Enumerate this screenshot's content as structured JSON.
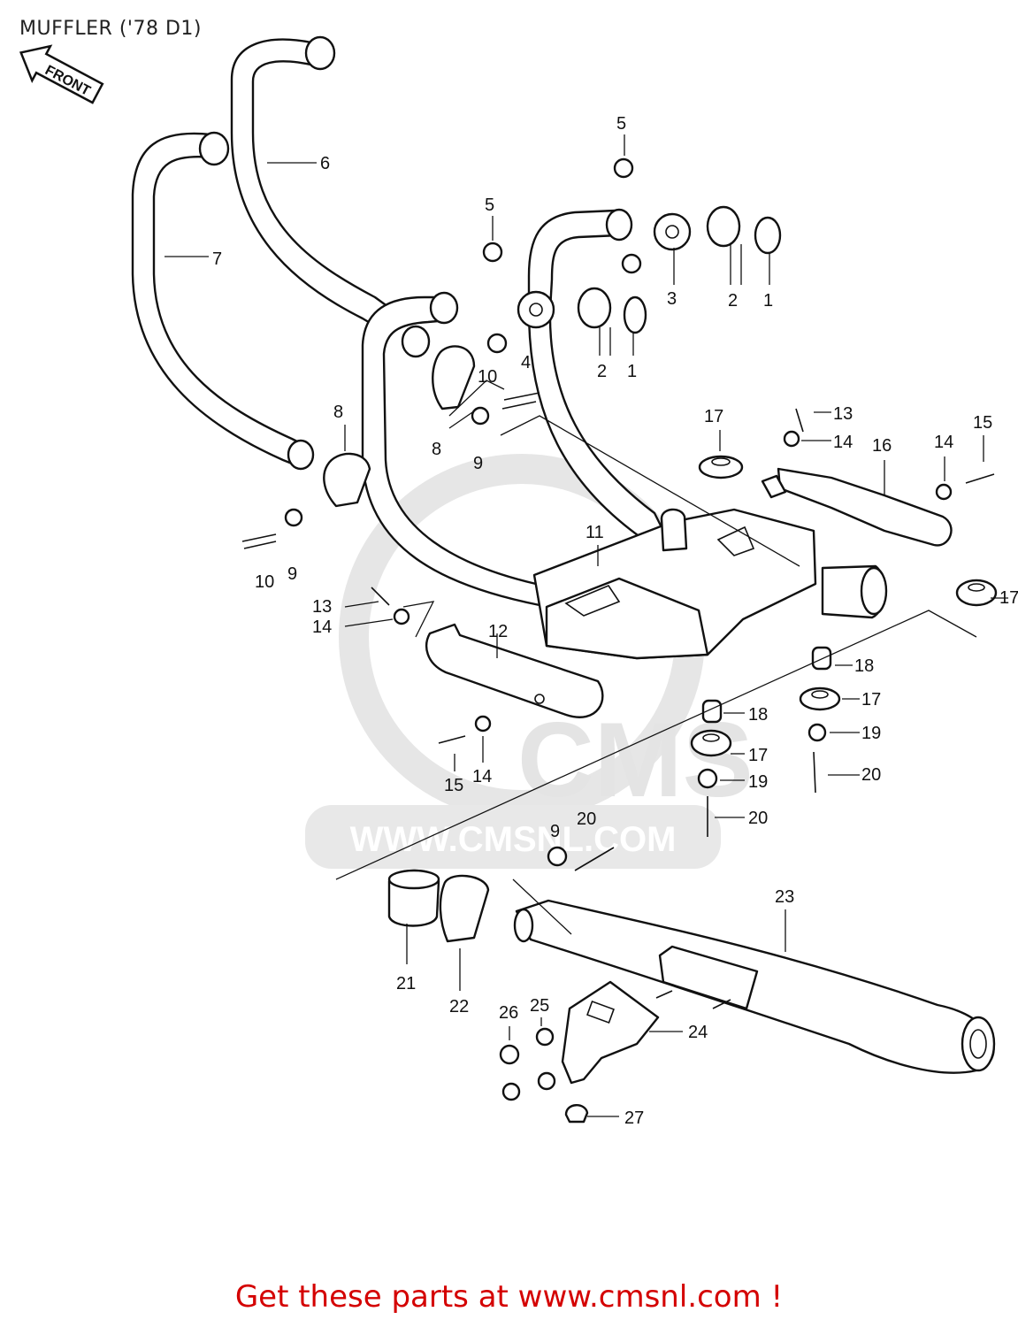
{
  "title": "MUFFLER ('78 D1)",
  "front_tag": "FRONT",
  "watermark": {
    "brand": "CMS",
    "url": "WWW.CMSNL.COM"
  },
  "footer": "Get these parts at www.cmsnl.com !",
  "callouts": [
    {
      "id": "c5a",
      "text": "5"
    },
    {
      "id": "c6",
      "text": "6"
    },
    {
      "id": "c7",
      "text": "7"
    },
    {
      "id": "c5b",
      "text": "5"
    },
    {
      "id": "c3",
      "text": "3"
    },
    {
      "id": "c2a",
      "text": "2"
    },
    {
      "id": "c1a",
      "text": "1"
    },
    {
      "id": "c4",
      "text": "4"
    },
    {
      "id": "c2b",
      "text": "2"
    },
    {
      "id": "c1b",
      "text": "1"
    },
    {
      "id": "c10a",
      "text": "10"
    },
    {
      "id": "c8a",
      "text": "8"
    },
    {
      "id": "c9a",
      "text": "9"
    },
    {
      "id": "c8b",
      "text": "8"
    },
    {
      "id": "c17a",
      "text": "17"
    },
    {
      "id": "c13a",
      "text": "13"
    },
    {
      "id": "c14a",
      "text": "14"
    },
    {
      "id": "c16",
      "text": "16"
    },
    {
      "id": "c14b",
      "text": "14"
    },
    {
      "id": "c15a",
      "text": "15"
    },
    {
      "id": "c11",
      "text": "11"
    },
    {
      "id": "c10b",
      "text": "10"
    },
    {
      "id": "c9b",
      "text": "9"
    },
    {
      "id": "c13b",
      "text": "13"
    },
    {
      "id": "c14c",
      "text": "14"
    },
    {
      "id": "c12",
      "text": "12"
    },
    {
      "id": "c17b",
      "text": "17"
    },
    {
      "id": "c18a",
      "text": "18"
    },
    {
      "id": "c17c",
      "text": "17"
    },
    {
      "id": "c19a",
      "text": "19"
    },
    {
      "id": "c20a",
      "text": "20"
    },
    {
      "id": "c18b",
      "text": "18"
    },
    {
      "id": "c17d",
      "text": "17"
    },
    {
      "id": "c19b",
      "text": "19"
    },
    {
      "id": "c20b",
      "text": "20"
    },
    {
      "id": "c15b",
      "text": "15"
    },
    {
      "id": "c14d",
      "text": "14"
    },
    {
      "id": "c9c",
      "text": "9"
    },
    {
      "id": "c20c",
      "text": "20"
    },
    {
      "id": "c23",
      "text": "23"
    },
    {
      "id": "c21",
      "text": "21"
    },
    {
      "id": "c22",
      "text": "22"
    },
    {
      "id": "c26",
      "text": "26"
    },
    {
      "id": "c25",
      "text": "25"
    },
    {
      "id": "c24",
      "text": "24"
    },
    {
      "id": "c27",
      "text": "27"
    }
  ]
}
